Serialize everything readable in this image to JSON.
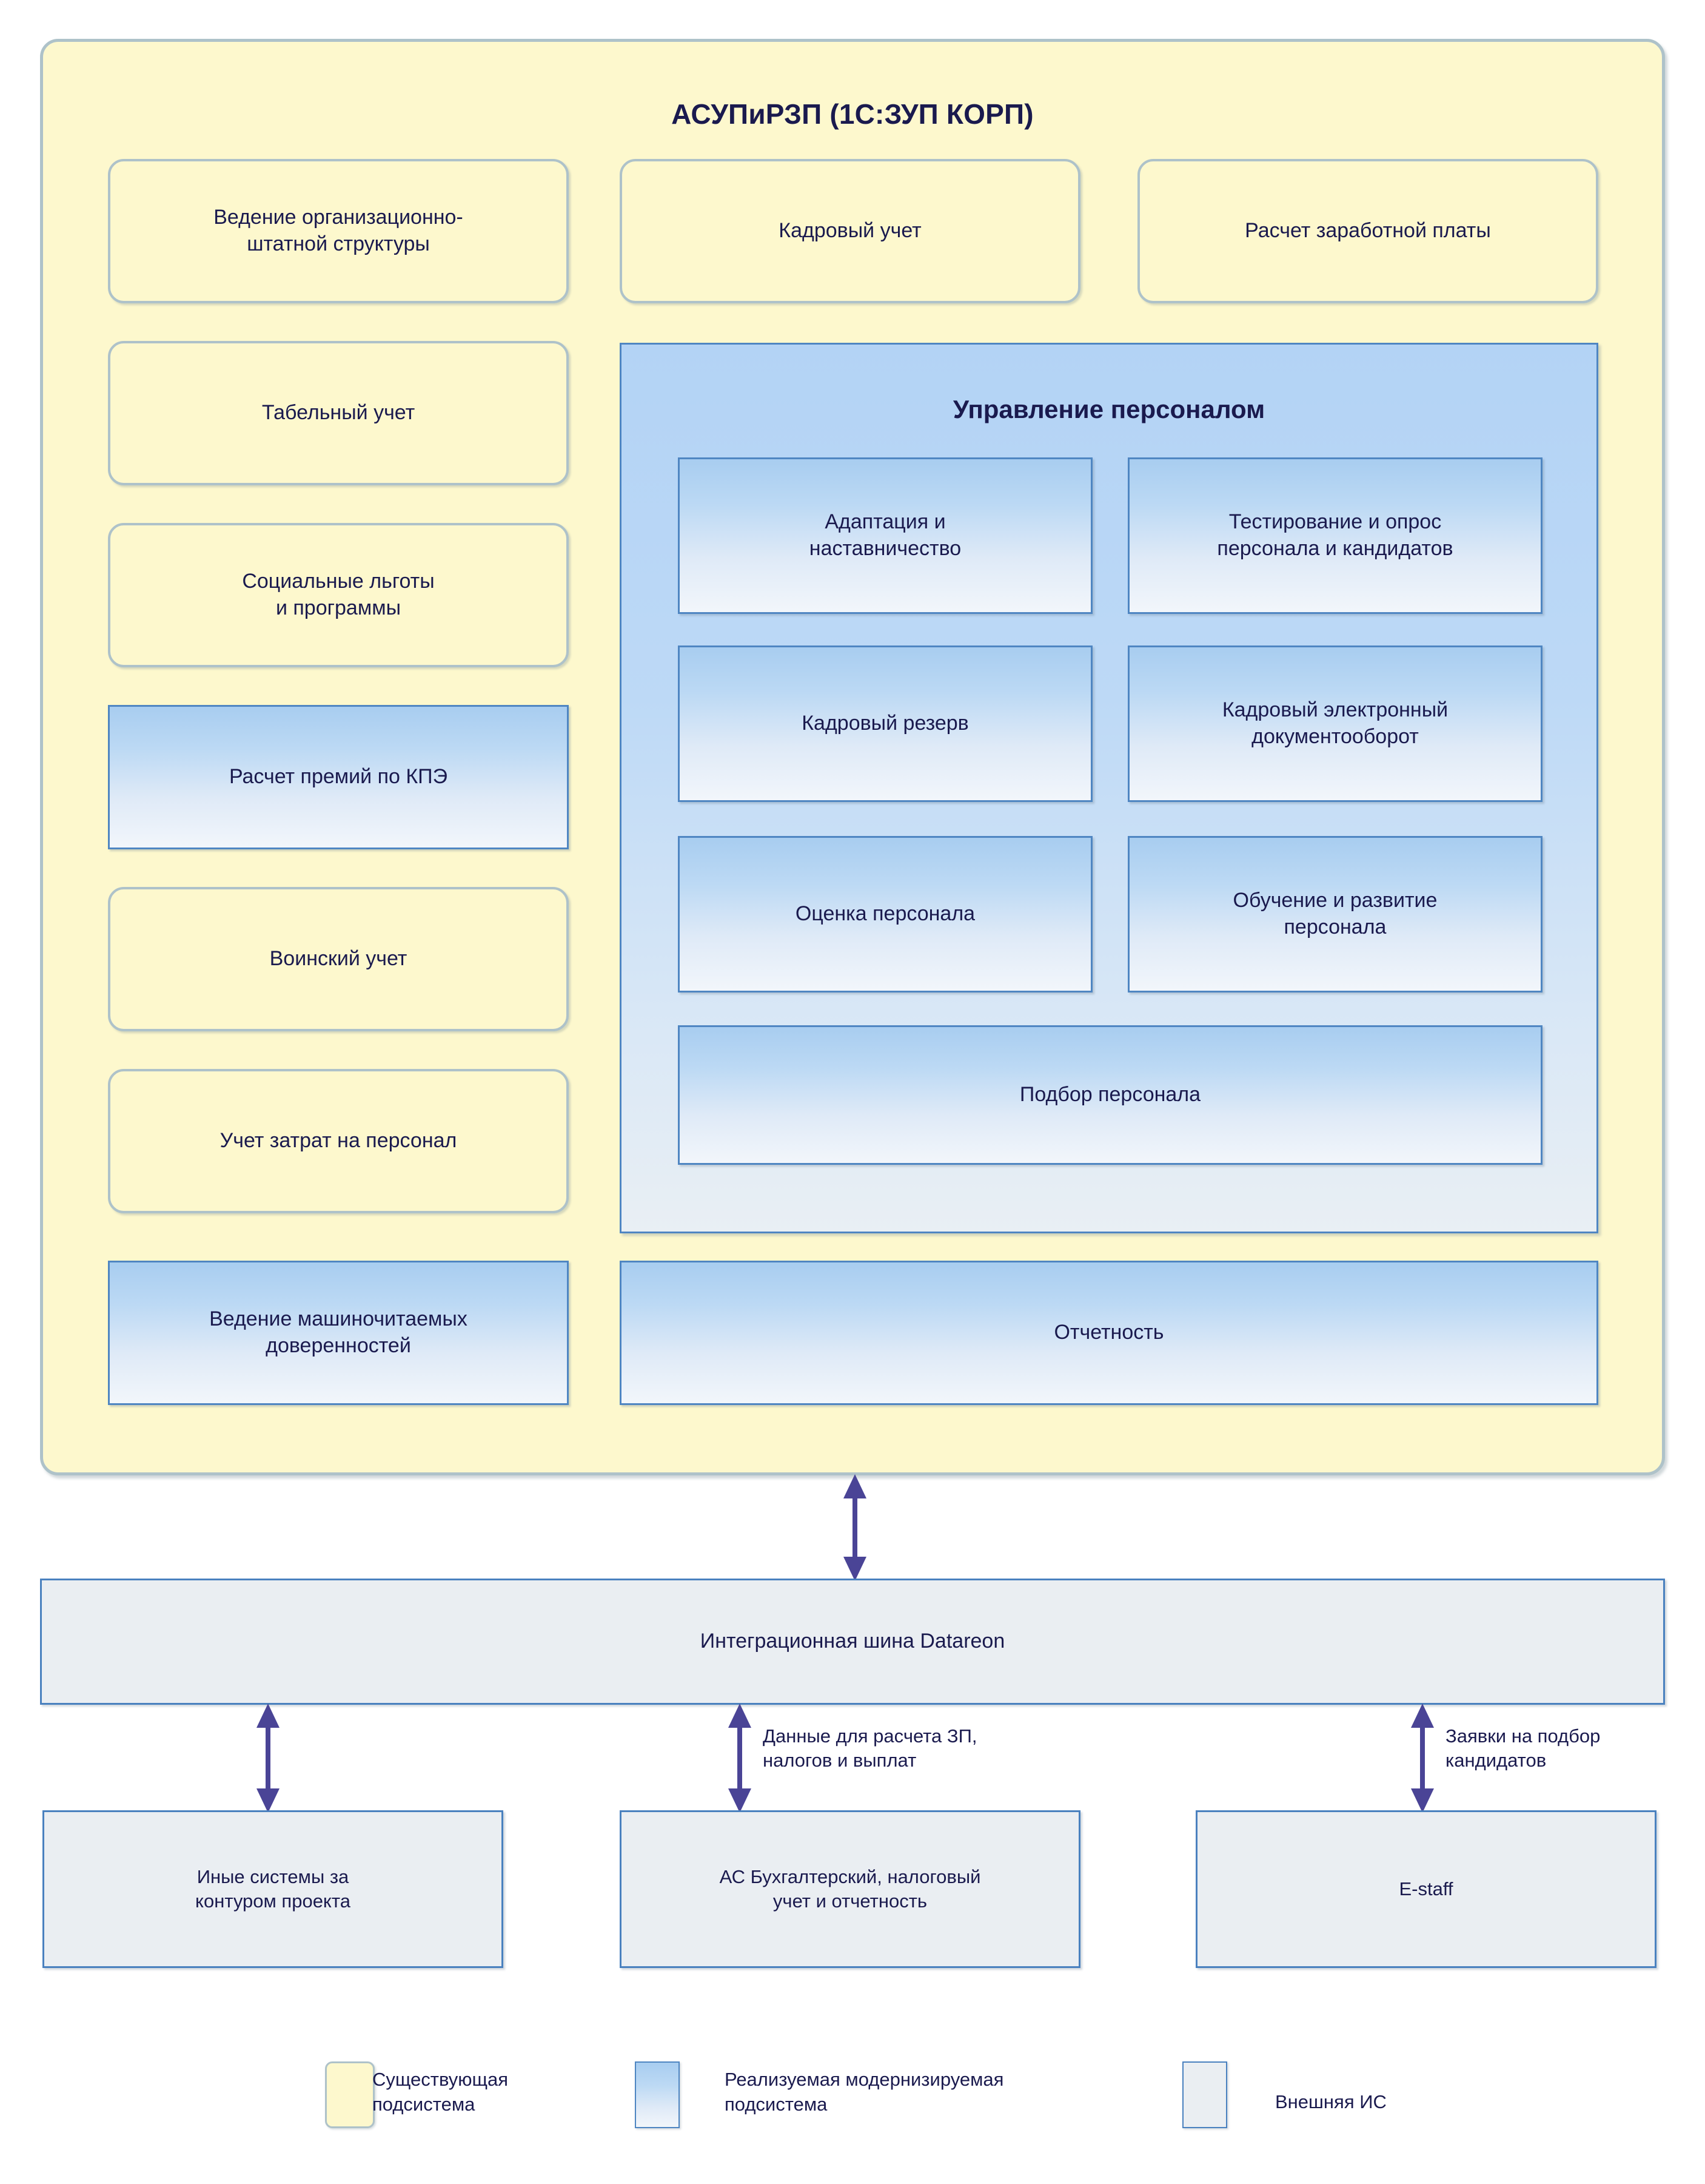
{
  "diagram": {
    "main_system": {
      "title": "АСУПиРЗП (1С:ЗУП КОРП)",
      "type": "existing-subsystem-container",
      "modules_left": [
        {
          "label": "Ведение организационно-\nштатной структуры",
          "type": "existing"
        },
        {
          "label": "Табельный учет",
          "type": "existing"
        },
        {
          "label": "Социальные льготы\nи программы",
          "type": "existing"
        },
        {
          "label": "Расчет премий по КПЭ",
          "type": "modernized"
        },
        {
          "label": "Воинский учет",
          "type": "existing"
        },
        {
          "label": "Учет затрат на персонал",
          "type": "existing"
        },
        {
          "label": "Ведение машиночитаемых\nдоверенностей",
          "type": "modernized"
        }
      ],
      "modules_top": [
        {
          "label": "Кадровый учет",
          "type": "existing"
        },
        {
          "label": "Расчет заработной платы",
          "type": "existing"
        }
      ],
      "hr_block": {
        "title": "Управление персоналом",
        "type": "modernized-container",
        "modules": [
          {
            "label": "Адаптация и\nнаставничество",
            "type": "modernized"
          },
          {
            "label": "Тестирование и опрос\nперсонала и кандидатов",
            "type": "modernized"
          },
          {
            "label": "Кадровый резерв",
            "type": "modernized"
          },
          {
            "label": "Кадровый электронный\nдокументооборот",
            "type": "modernized"
          },
          {
            "label": "Оценка персонала",
            "type": "modernized"
          },
          {
            "label": "Обучение и развитие\nперсонала",
            "type": "modernized"
          },
          {
            "label": "Подбор персонала",
            "type": "modernized"
          }
        ]
      },
      "reporting": {
        "label": "Отчетность",
        "type": "modernized"
      }
    },
    "integration_bus": {
      "label": "Интеграционная шина Datareon",
      "type": "external"
    },
    "external_systems": [
      {
        "label": "Иные системы за\nконтуром проекта",
        "type": "external"
      },
      {
        "label": "АС Бухгалтерский, налоговый\nучет и отчетность",
        "type": "external"
      },
      {
        "label": "E-staff",
        "type": "external"
      }
    ],
    "connections": [
      {
        "from": "main_system",
        "to": "integration_bus",
        "label": "",
        "direction": "bidirectional"
      },
      {
        "from": "integration_bus",
        "to": "Иные системы за контуром проекта",
        "label": "",
        "direction": "bidirectional"
      },
      {
        "from": "integration_bus",
        "to": "АС Бухгалтерский, налоговый учет и отчетность",
        "label": "Данные для расчета ЗП,\nналогов и выплат",
        "direction": "bidirectional"
      },
      {
        "from": "integration_bus",
        "to": "E-staff",
        "label": "Заявки на подбор\nкандидатов",
        "direction": "bidirectional"
      }
    ],
    "legend": [
      {
        "label": "Существующая\nподсистема",
        "swatch": "yellow",
        "color": "#fdf8cd"
      },
      {
        "label": "Реализуемая модернизируемая\nподсистема",
        "swatch": "blue",
        "color": "#a8cdf0"
      },
      {
        "label": "Внешняя ИС",
        "swatch": "ext",
        "color": "#eaeef2"
      }
    ],
    "colors": {
      "existing_fill": "#fdf8cd",
      "existing_border": "#aec2c9",
      "modernized_fill_top": "#a8cdf0",
      "modernized_border": "#4f86c2",
      "external_fill": "#eaeef2",
      "external_border": "#4a81bf",
      "text": "#1a1a4e",
      "arrow": "#4a4496"
    }
  }
}
